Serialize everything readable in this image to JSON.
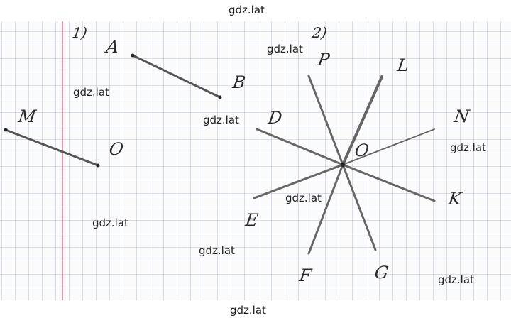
{
  "watermark": "gdz.lat",
  "task_labels": {
    "part1": "1)",
    "part2": "2)"
  },
  "points": {
    "A": "A",
    "B": "B",
    "M": "M",
    "O": "O",
    "P": "P",
    "L": "L",
    "D": "D",
    "N": "N",
    "O2": "O",
    "K": "K",
    "E": "E",
    "F": "F",
    "G": "G"
  },
  "colors": {
    "ink": "#2a2a2a",
    "margin_line": "#e0709a",
    "grid": "#a9b9d0"
  }
}
